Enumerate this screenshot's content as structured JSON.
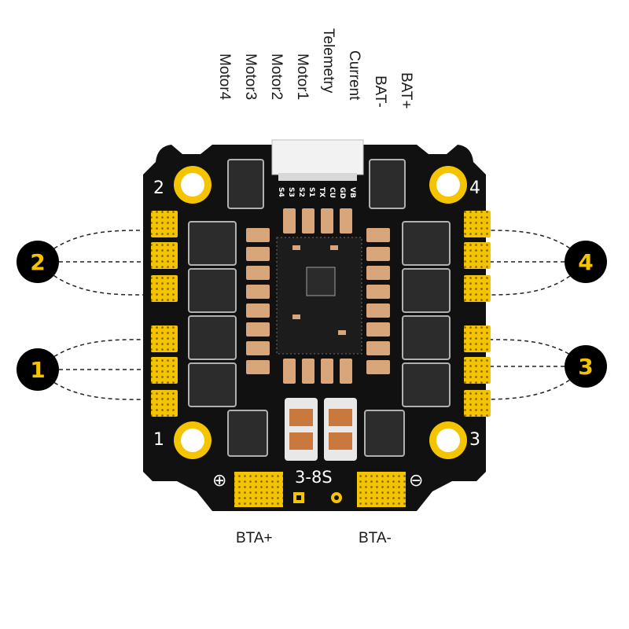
{
  "wire_labels": [
    "Motor4",
    "Motor3",
    "Motor2",
    "Motor1",
    "Telemetry",
    "Current",
    "BAT-",
    "BAT+"
  ],
  "connector_pins": [
    "S4",
    "S3",
    "S2",
    "S1",
    "TX",
    "CU",
    "GD",
    "VB"
  ],
  "corner_numbers": [
    "2",
    "4",
    "1",
    "3"
  ],
  "motor_callouts": [
    "2",
    "1",
    "4",
    "3"
  ],
  "voltage_label": "3-8S",
  "pad_symbols": {
    "plus": "⊕",
    "minus": "⊖"
  },
  "bottom_labels": {
    "positive": "BTA+",
    "negative": "BTA-"
  },
  "colors": {
    "board": "#111111",
    "pad_gold": "#f5c400",
    "capacitor": "#d9a57a",
    "inductor": "#c9783e",
    "callout_fill": "#000000",
    "callout_text": "#f5c400",
    "silkscreen": "#ffffff"
  }
}
